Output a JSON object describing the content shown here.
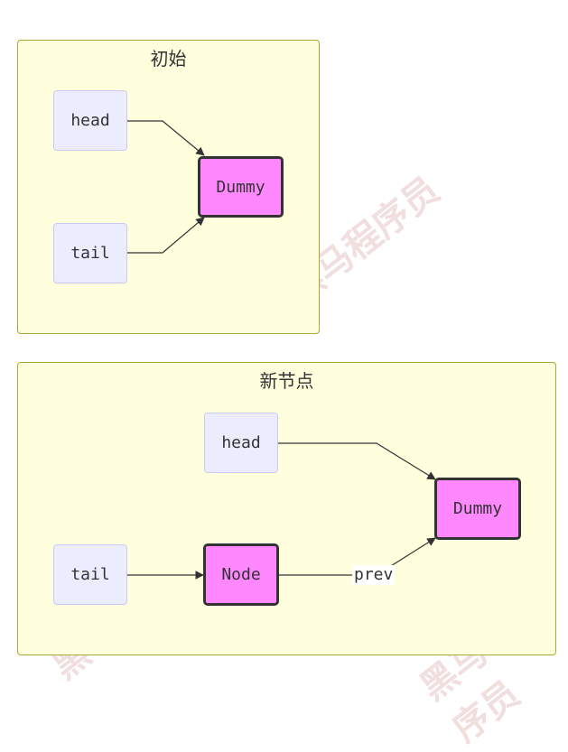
{
  "cluster_initial": {
    "title": "初始",
    "head": "head",
    "tail": "tail",
    "dummy": "Dummy"
  },
  "cluster_new_node": {
    "title": "新节点",
    "head": "head",
    "tail": "tail",
    "node": "Node",
    "dummy": "Dummy",
    "edge_label": "prev"
  },
  "watermark": "黑马程序员",
  "colors": {
    "cluster_fill": "#ffffde",
    "cluster_border": "#aaaa33",
    "node_fill": "#ececff",
    "highlight_fill": "#ff88ff",
    "edge": "#333333"
  }
}
